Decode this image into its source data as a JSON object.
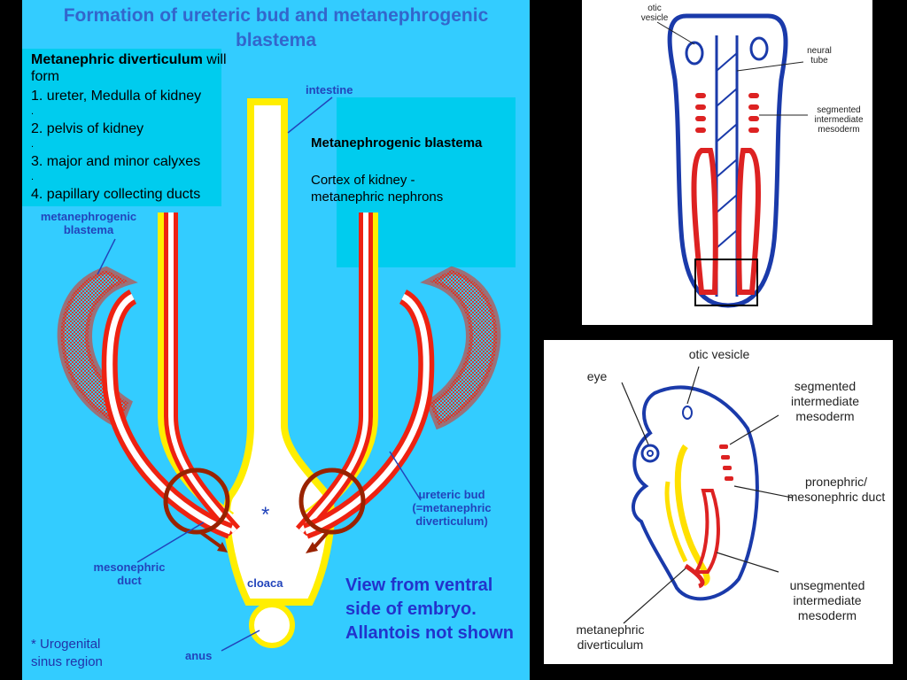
{
  "main": {
    "title": "Formation of ureteric bud and metanephrogenic blastema",
    "left_box": {
      "line1_bold": "Metanephric diverticulum",
      "line1_rest": " will form",
      "items": [
        "1.  ureter, Medulla of kidney",
        "2. pelvis of kidney",
        "3. major and minor calyxes",
        "4. papillary collecting ducts"
      ]
    },
    "right_box": {
      "heading": "Metanephrogenic blastema",
      "text": "Cortex of kidney - metanephric nephrons"
    },
    "labels": {
      "intestine": "intestine",
      "metanephrogenic_blastema": "metanephrogenic blastema",
      "ureteric_bud": "ureteric bud (=metanephric diverticulum)",
      "mesonephric_duct": "mesonephric duct",
      "cloaca": "cloaca",
      "anus": "anus",
      "asterisk": "*"
    },
    "view_note": "View from ventral side of embryo. Allantois not shown",
    "footnote": "* Urogenital sinus region"
  },
  "top_right": {
    "labels": {
      "otic_vesicle": "otic vesicle",
      "neural_tube": "neural tube",
      "segmented": "segmented intermediate mesoderm"
    }
  },
  "bottom_right": {
    "labels": {
      "otic_vesicle": "otic vesicle",
      "eye": "eye",
      "segmented": "segmented intermediate mesoderm",
      "pronephric": "pronephric/ mesonephric duct",
      "unsegmented": "unsegmented intermediate mesoderm",
      "metanephric": "metanephric diverticulum"
    }
  },
  "colors": {
    "main_bg": "#33ccff",
    "box_bg": "#00ccee",
    "duct_red": "#ee2211",
    "blastema_red": "#dd3322",
    "outline_yellow": "#ffee00",
    "label_blue": "#2244bb",
    "circle_brown": "#992200"
  }
}
